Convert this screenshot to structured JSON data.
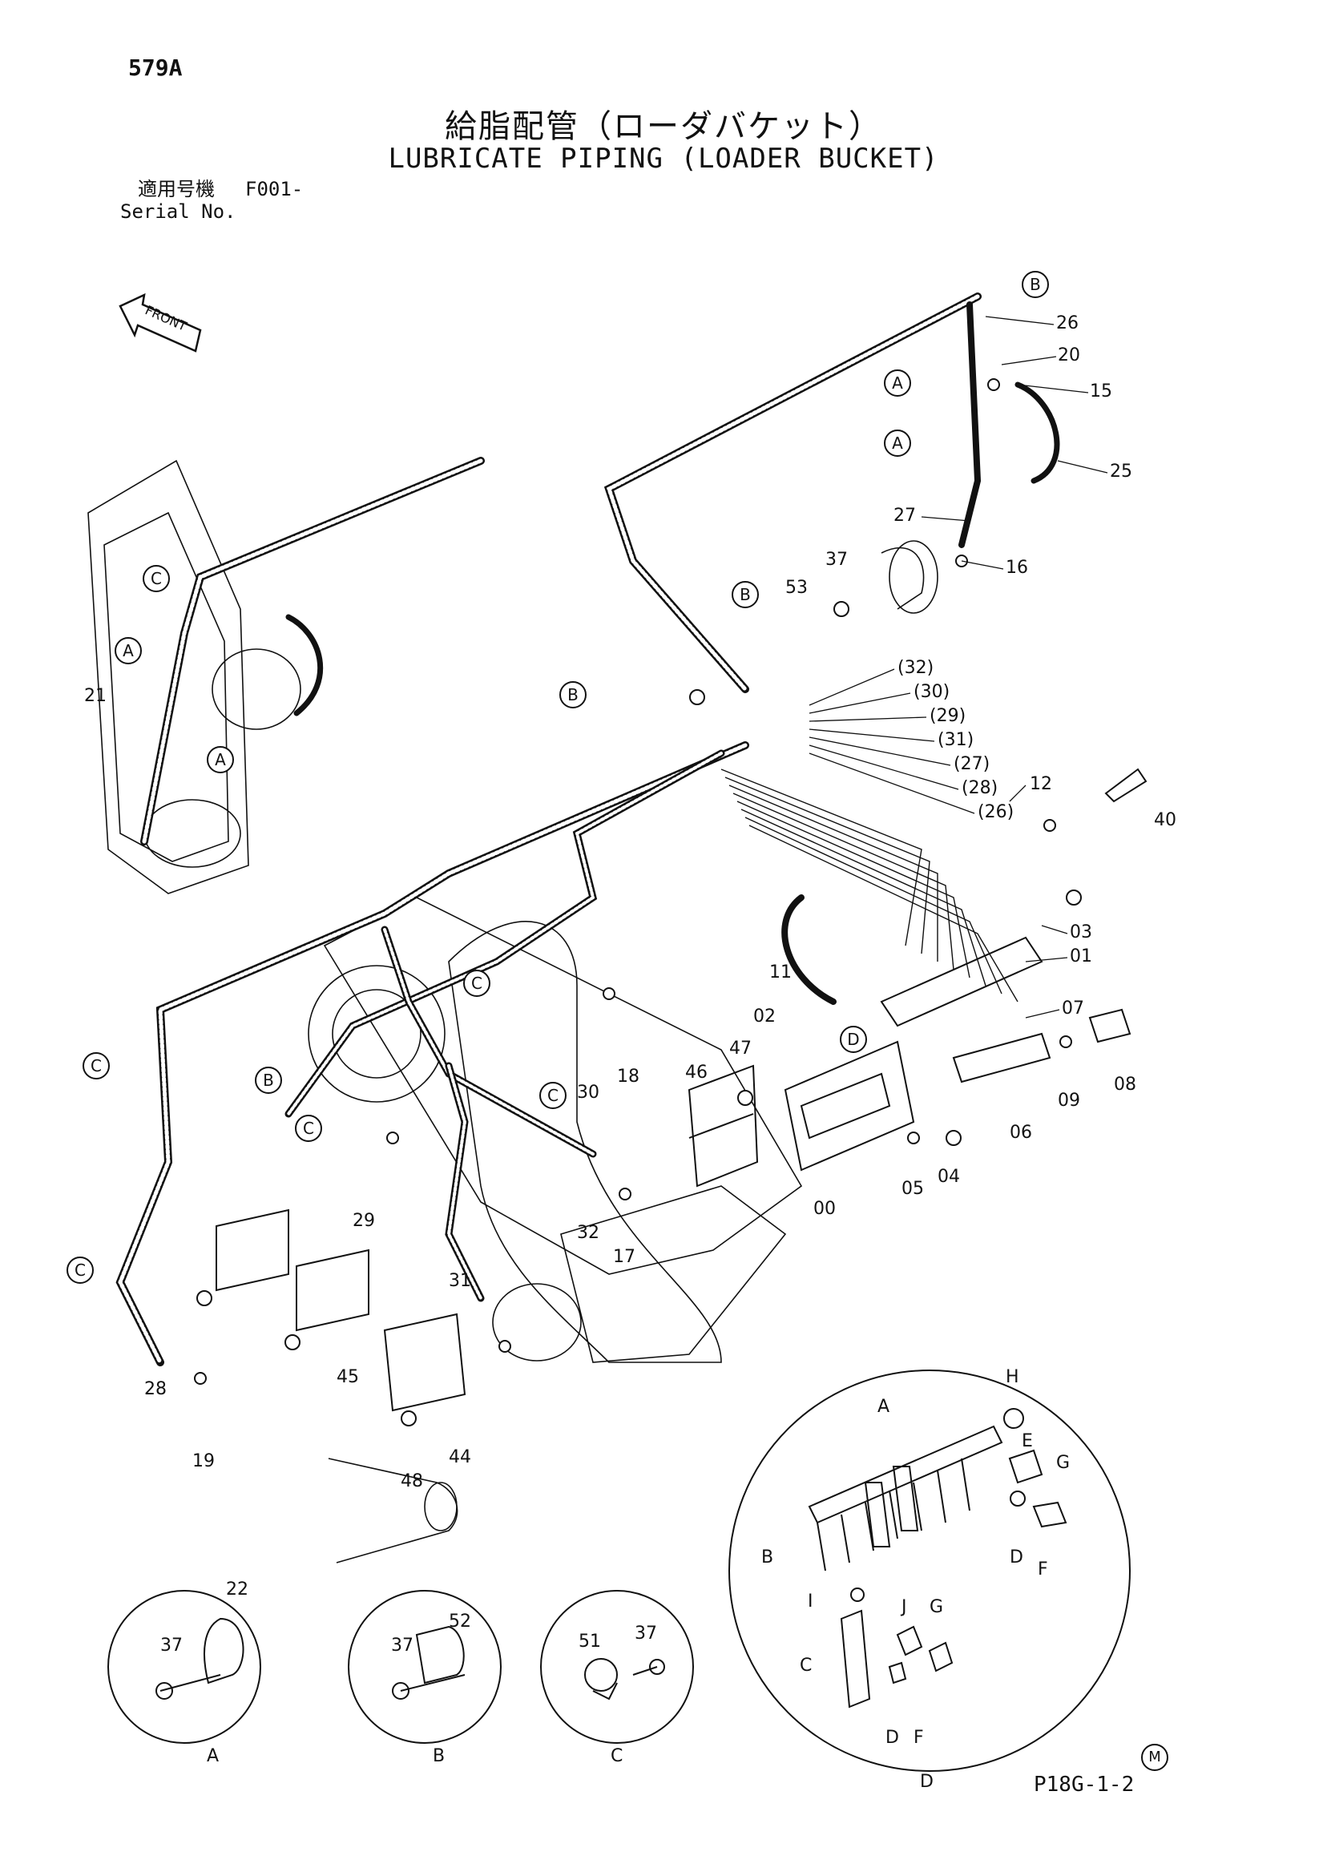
{
  "header": {
    "page_number": "579A",
    "title_jp": "給脂配管（ローダバケット）",
    "title_en": "LUBRICATE PIPING (LOADER BUCKET)",
    "serial_label_jp": "適用号機",
    "serial_label_en": "Serial No.",
    "serial_value": "F001-"
  },
  "front_label": "FRONT",
  "callouts": [
    "26",
    "20",
    "15",
    "25",
    "27",
    "16",
    "37",
    "53",
    "(32)",
    "(30)",
    "(29)",
    "(31)",
    "(27)",
    "(28)",
    "(26)",
    "12",
    "40",
    "03",
    "01",
    "07",
    "08",
    "09",
    "06",
    "04",
    "05",
    "00",
    "02",
    "11",
    "46",
    "47",
    "18",
    "30",
    "32",
    "17",
    "29",
    "31",
    "44",
    "45",
    "48",
    "19",
    "28",
    "21",
    "22",
    "52",
    "51",
    "A",
    "B",
    "C",
    "D",
    "E",
    "F",
    "G",
    "H",
    "I",
    "J"
  ],
  "details": {
    "A": {
      "letter": "A",
      "parts": [
        "22",
        "37"
      ]
    },
    "B": {
      "letter": "B",
      "parts": [
        "52",
        "37"
      ]
    },
    "C": {
      "letter": "C",
      "parts": [
        "51",
        "37"
      ]
    },
    "D": {
      "letter": "D",
      "parts": [
        "A",
        "B",
        "C",
        "D",
        "E",
        "F",
        "G",
        "H",
        "I",
        "J"
      ]
    }
  },
  "footer": {
    "page_ref": "P18G-1-2",
    "mark": "M"
  }
}
